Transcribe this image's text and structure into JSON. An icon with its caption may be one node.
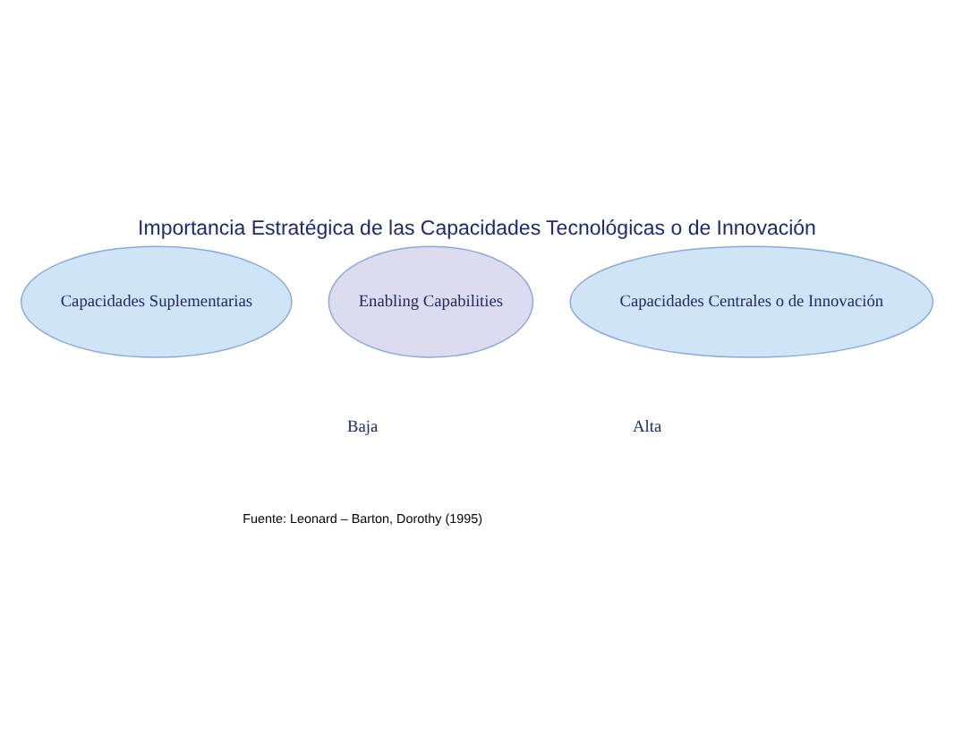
{
  "diagram": {
    "title": "Importancia Estratégica de las Capacidades Tecnológicas o de Innovación",
    "nodes": [
      {
        "text": [
          "Capacidades Suplementarias"
        ]
      },
      {
        "text": [
          "Enabling Capabilities"
        ]
      },
      {
        "text": [
          "Capacidades Centrales o de Innovación"
        ]
      }
    ],
    "labels": [
      "Baja",
      "Alta",
      "Fuente: Leonard – Barton, Dorothy (1995)"
    ]
  }
}
